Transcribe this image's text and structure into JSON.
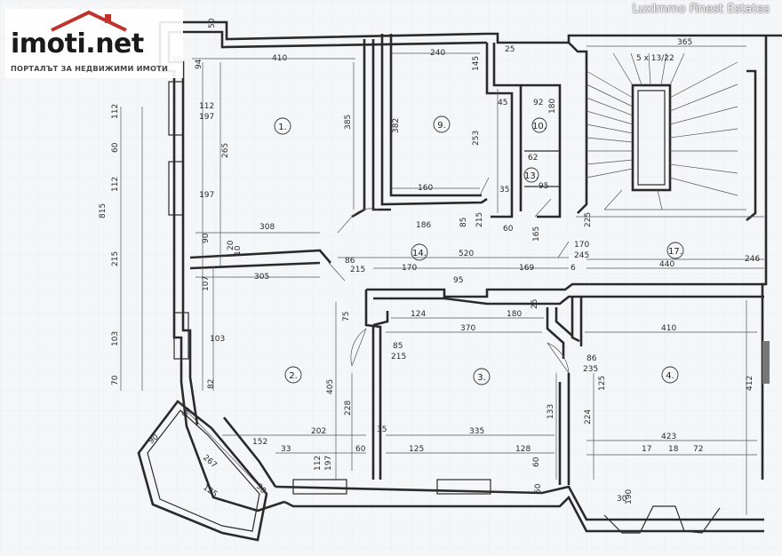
{
  "logo": {
    "brand": "imoti",
    "brand_dot": ".",
    "brand_tld": "net",
    "tagline": "ПОРТАЛЪТ ЗА НЕДВИЖИМИ ИМОТИ"
  },
  "watermark": "LuxImmo Finest Estates",
  "rooms": [
    "1.",
    "2.",
    "3.",
    "4.",
    "9.",
    "10.",
    "13.",
    "14.",
    "17."
  ],
  "dimensions": {
    "top": [
      "50",
      "410",
      "240",
      "25",
      "365",
      "5 x 13/22"
    ],
    "left": [
      "815",
      "112",
      "60",
      "112",
      "215",
      "103",
      "70",
      "50",
      "90",
      "107",
      "94",
      "112",
      "197",
      "197",
      "265",
      "103"
    ],
    "room1": [
      "385",
      "308",
      "305",
      "20"
    ],
    "room9": [
      "382",
      "160",
      "253",
      "145",
      "35",
      "186"
    ],
    "small": [
      "45",
      "92",
      "180",
      "62",
      "95",
      "85",
      "215",
      "60",
      "165",
      "225",
      "10"
    ],
    "corridor": [
      "520",
      "170",
      "169",
      "245",
      "440",
      "170",
      "246",
      "95",
      "6",
      "86",
      "215"
    ],
    "room2": [
      "405",
      "228",
      "202",
      "60",
      "33",
      "112",
      "197",
      "85",
      "215",
      "35",
      "75"
    ],
    "room3": [
      "124",
      "370",
      "180",
      "25",
      "335",
      "125",
      "128",
      "133",
      "60",
      "50"
    ],
    "room4": [
      "410",
      "412",
      "423",
      "125",
      "224",
      "30",
      "190",
      "17",
      "18",
      "72",
      "86",
      "235"
    ],
    "bay": [
      "90",
      "60",
      "267",
      "125",
      "90",
      "152",
      "82"
    ]
  }
}
